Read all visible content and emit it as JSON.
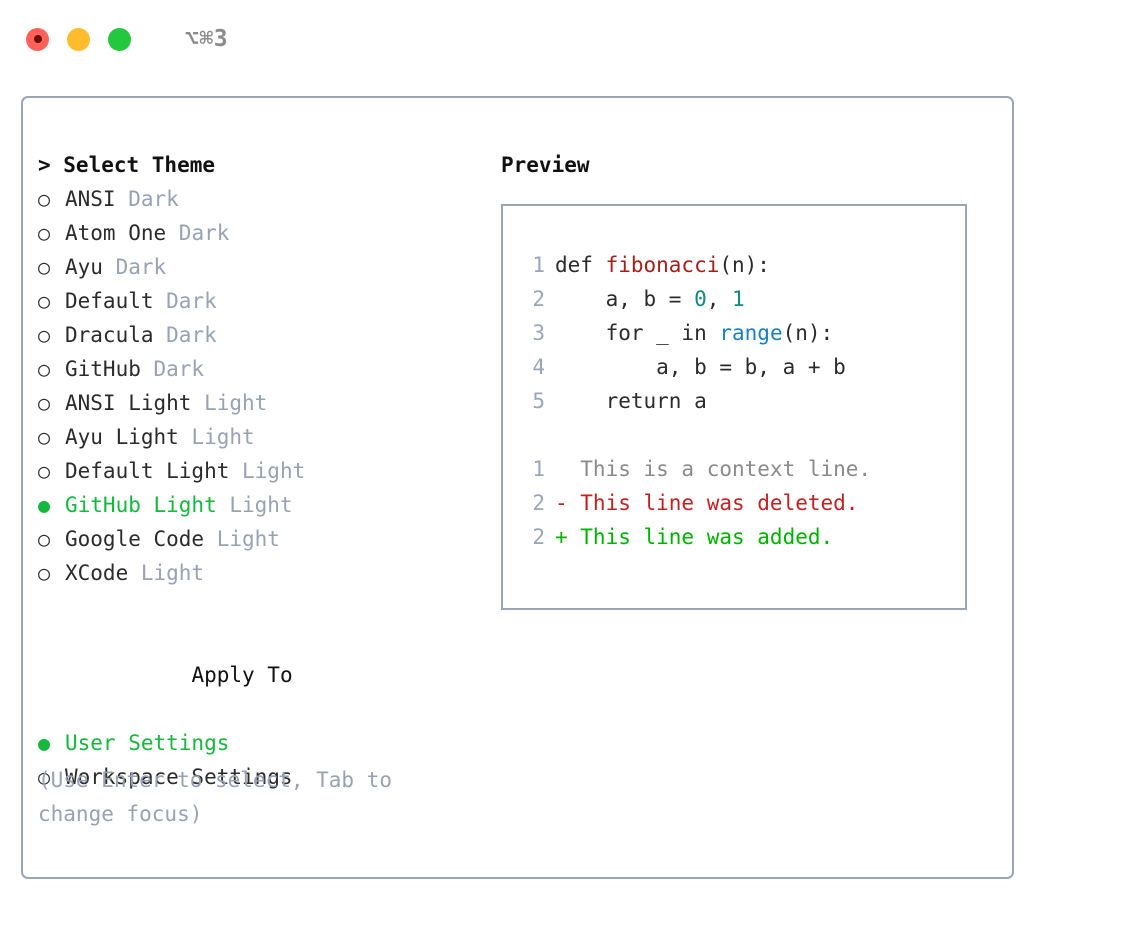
{
  "titlebar": {
    "shortcut": "⌥⌘3",
    "lights": [
      {
        "name": "close",
        "color": "#ff6159"
      },
      {
        "name": "minimize",
        "color": "#ffbd2e"
      },
      {
        "name": "maximize",
        "color": "#25c73f"
      }
    ]
  },
  "theme_section": {
    "header": "> Select Theme",
    "focused": true,
    "items": [
      {
        "marker": "○",
        "label": "ANSI",
        "kind": "Dark",
        "selected": false
      },
      {
        "marker": "○",
        "label": "Atom One",
        "kind": "Dark",
        "selected": false
      },
      {
        "marker": "○",
        "label": "Ayu",
        "kind": "Dark",
        "selected": false
      },
      {
        "marker": "○",
        "label": "Default",
        "kind": "Dark",
        "selected": false
      },
      {
        "marker": "○",
        "label": "Dracula",
        "kind": "Dark",
        "selected": false
      },
      {
        "marker": "○",
        "label": "GitHub",
        "kind": "Dark",
        "selected": false
      },
      {
        "marker": "○",
        "label": "ANSI Light",
        "kind": "Light",
        "selected": false
      },
      {
        "marker": "○",
        "label": "Ayu Light",
        "kind": "Light",
        "selected": false
      },
      {
        "marker": "○",
        "label": "Default Light",
        "kind": "Light",
        "selected": false
      },
      {
        "marker": "●",
        "label": "GitHub Light",
        "kind": "Light",
        "selected": true
      },
      {
        "marker": "○",
        "label": "Google Code",
        "kind": "Light",
        "selected": false
      },
      {
        "marker": "○",
        "label": "XCode",
        "kind": "Light",
        "selected": false
      }
    ]
  },
  "apply_section": {
    "header": "Apply To",
    "focused": false,
    "items": [
      {
        "marker": "●",
        "label": "User Settings",
        "selected": true
      },
      {
        "marker": "○",
        "label": "Workspace Settings",
        "selected": false
      }
    ]
  },
  "hint": "(Use Enter to select, Tab to change focus)",
  "preview": {
    "title": "Preview",
    "code_lines": [
      {
        "num": "1",
        "tokens": [
          {
            "t": "def ",
            "c": "plain"
          },
          {
            "t": "fibonacci",
            "c": "fn"
          },
          {
            "t": "(n):",
            "c": "plain"
          }
        ]
      },
      {
        "num": "2",
        "tokens": [
          {
            "t": "    a, b = ",
            "c": "plain"
          },
          {
            "t": "0",
            "c": "num"
          },
          {
            "t": ", ",
            "c": "plain"
          },
          {
            "t": "1",
            "c": "num"
          }
        ]
      },
      {
        "num": "3",
        "tokens": [
          {
            "t": "    for _ in ",
            "c": "plain"
          },
          {
            "t": "range",
            "c": "builtin"
          },
          {
            "t": "(n):",
            "c": "plain"
          }
        ]
      },
      {
        "num": "4",
        "tokens": [
          {
            "t": "        a, b = b, a + b",
            "c": "plain"
          }
        ]
      },
      {
        "num": "5",
        "tokens": [
          {
            "t": "    return a",
            "c": "plain"
          }
        ]
      }
    ],
    "diff_lines": [
      {
        "num": "1",
        "text": "  This is a context line.",
        "kind": "ctx"
      },
      {
        "num": "2",
        "text": "- This line was deleted.",
        "kind": "del"
      },
      {
        "num": "2",
        "text": "+ This line was added.",
        "kind": "add"
      }
    ]
  },
  "colors": {
    "selected_green": "#14b83c",
    "muted": "#98a2b3",
    "border": "#9aa5b6",
    "diff_add": "#00b200",
    "diff_del": "#c22121",
    "token_fn": "#a6201a",
    "token_num": "#0f8a7e",
    "token_builtin": "#1a7fc1"
  }
}
